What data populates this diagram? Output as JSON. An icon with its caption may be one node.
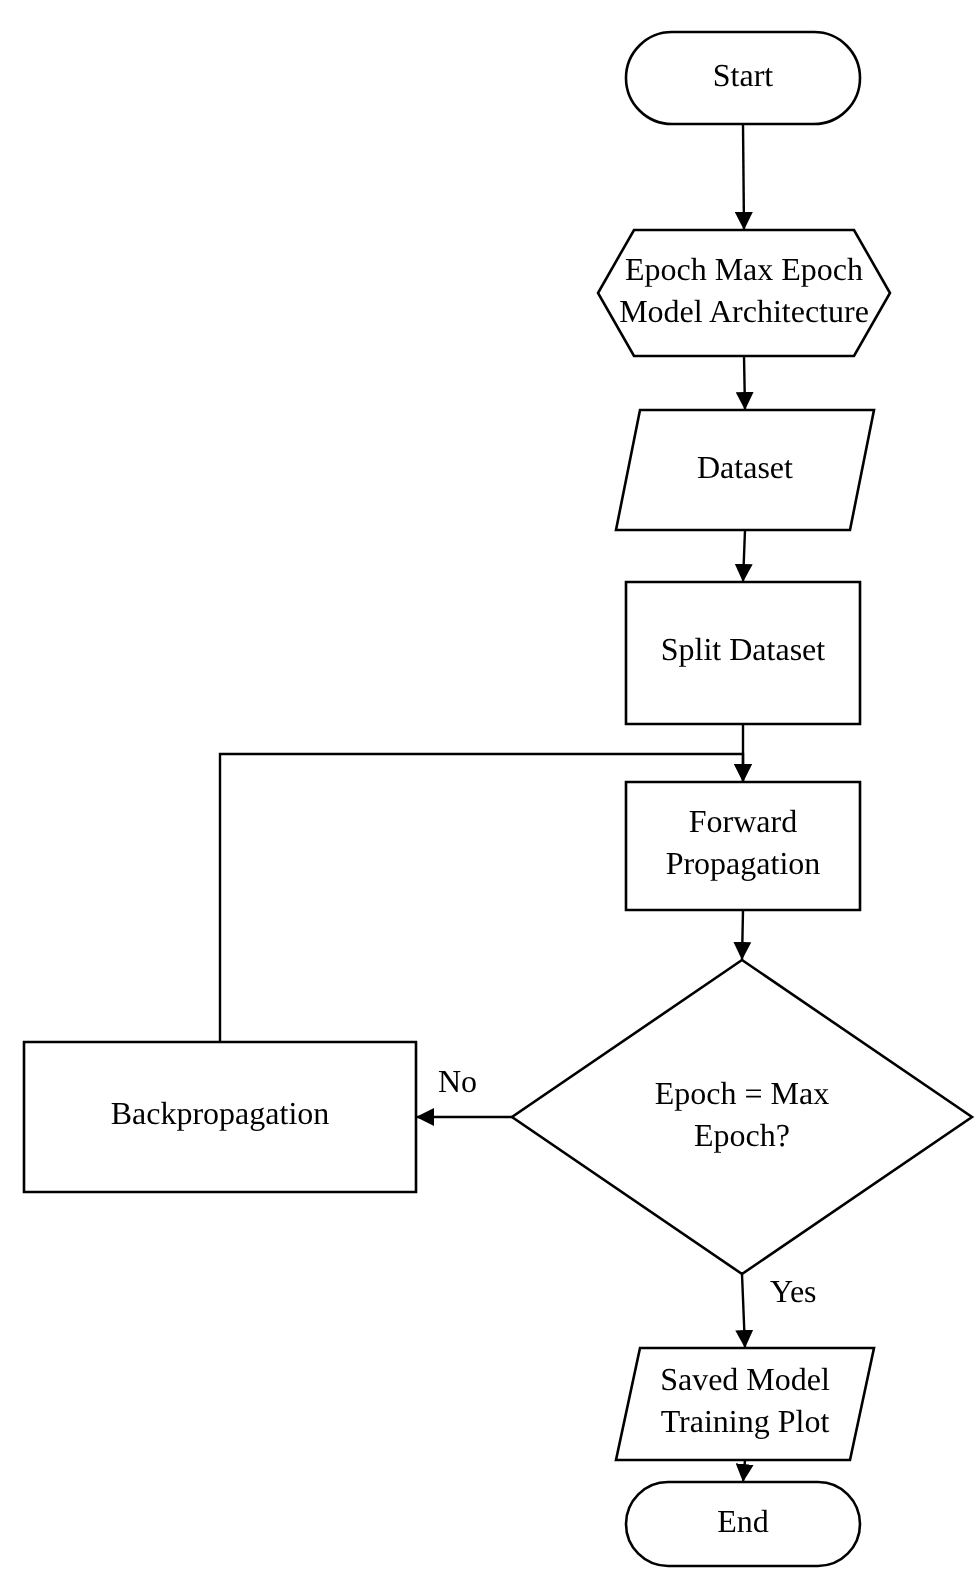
{
  "diagram": {
    "nodes": [
      {
        "text": [
          "Start"
        ]
      },
      {
        "text": [
          "Epoch Max Epoch Model Architecture"
        ]
      },
      {
        "text": [
          "Dataset"
        ]
      },
      {
        "text": [
          "Split Dataset"
        ]
      },
      {
        "text": [
          "Forward Propagation"
        ]
      },
      {
        "text": [
          "Epoch = Max Epoch?"
        ]
      },
      {
        "text": [
          "Backpropagation"
        ]
      },
      {
        "text": [
          "Saved Model Training Plot"
        ]
      },
      {
        "text": [
          "End"
        ]
      }
    ],
    "edges": [
      {
        "from": 0,
        "to": 1,
        "arrow": "to"
      },
      {
        "from": 1,
        "to": 2,
        "arrow": "to"
      },
      {
        "from": 2,
        "to": 3,
        "arrow": "to"
      },
      {
        "from": 3,
        "to": 4,
        "arrow": "to"
      },
      {
        "from": 4,
        "to": 5,
        "arrow": "to"
      },
      {
        "from": 5,
        "to": 6,
        "arrow": "to",
        "label": "No"
      },
      {
        "from": 6,
        "to": 4,
        "arrow": "to"
      },
      {
        "from": 5,
        "to": 7,
        "arrow": "to",
        "label": "Yes"
      },
      {
        "from": 7,
        "to": 8,
        "arrow": "to"
      }
    ]
  }
}
